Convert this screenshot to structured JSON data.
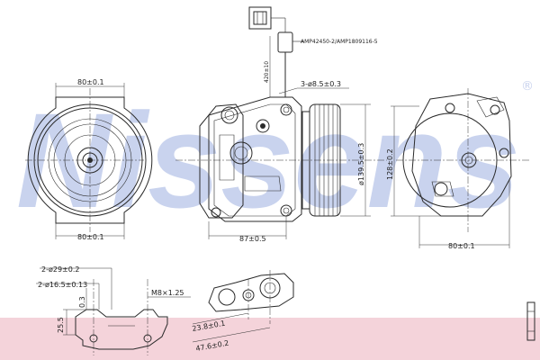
{
  "watermark": {
    "text": "Nissens",
    "registered_mark": "®",
    "color": "#c9d3ee"
  },
  "footer_band_color": "#f4d3da",
  "dimensions": {
    "front_width_top": "80±0.1",
    "front_width_bottom": "80±0.1",
    "wire_length": "420±10",
    "connector_code": "AMP42450-2/AMP1809116-5",
    "mount_holes": "3-ø8.5±0.3",
    "pulley_diameter": "ø139.5±0.3",
    "body_length": "87±0.5",
    "rear_height": "128±0.2",
    "rear_width": "80±0.1",
    "port_dia_a": "2-ø29±0.2",
    "port_dia_b": "2-ø16.5±0.13",
    "port_offset": "0.3",
    "port_thread": "M8×1.25",
    "port_height": "25.5",
    "port_dist_a": "23.8±0.1",
    "port_dist_b": "47.6±0.2"
  }
}
